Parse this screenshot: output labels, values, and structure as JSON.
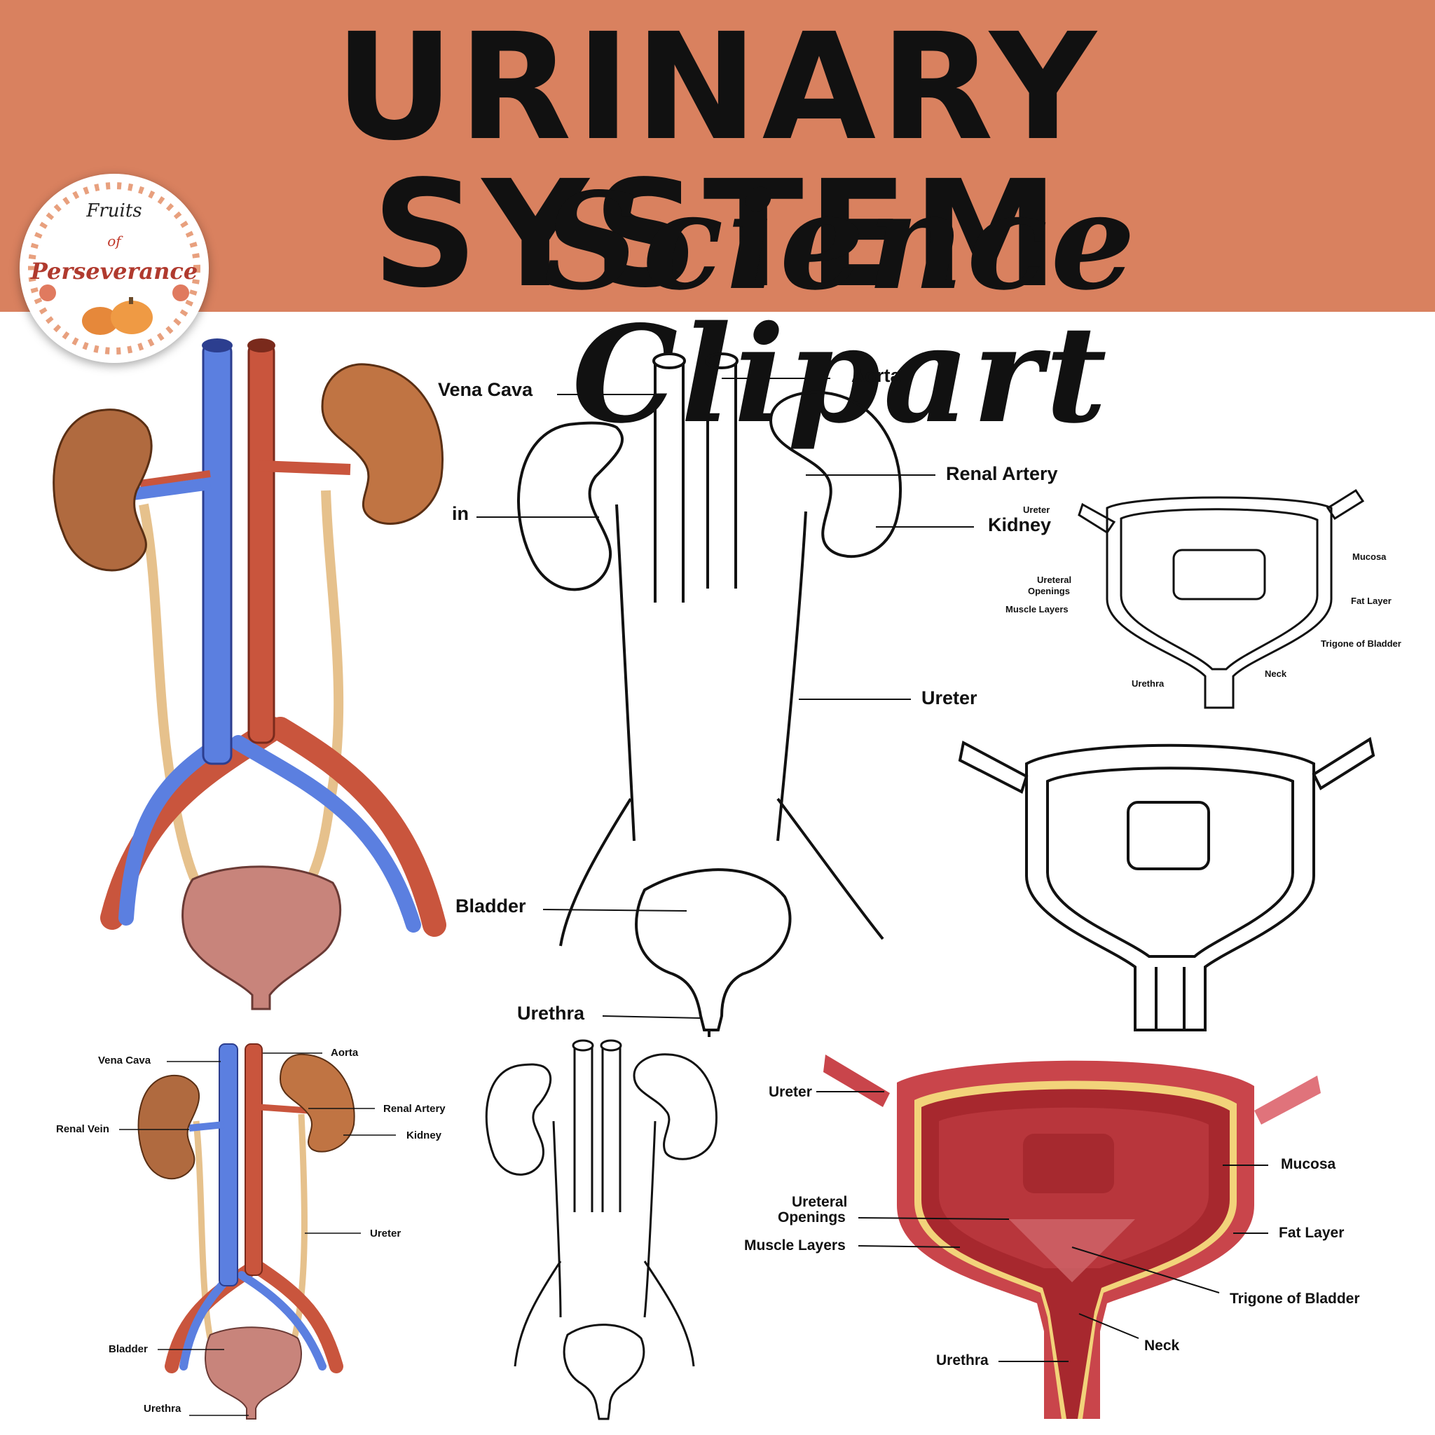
{
  "header": {
    "title": "URINARY SYSTEM",
    "subtitle": "Science Clipart",
    "banner_color": "#d9815f"
  },
  "logo": {
    "line1": "Fruits",
    "line2": "of",
    "line3": "Perseverance"
  },
  "labels": {
    "large_outline": {
      "vena_cava": "Vena Cava",
      "aorta": "Aorta",
      "renal_artery": "Renal Artery",
      "renal_vein_partial": "in",
      "kidney": "Kidney",
      "ureter": "Ureter",
      "bladder": "Bladder",
      "urethra": "Urethra"
    },
    "small_color": {
      "vena_cava": "Vena Cava",
      "aorta": "Aorta",
      "renal_artery": "Renal Artery",
      "renal_vein": "Renal Vein",
      "kidney": "Kidney",
      "ureter": "Ureter",
      "bladder": "Bladder",
      "urethra": "Urethra"
    },
    "bladder_outline": {
      "ureter": "Ureter",
      "mucosa": "Mucosa",
      "ureteral_openings_1": "Ureteral",
      "ureteral_openings_2": "Openings",
      "fat_layer": "Fat Layer",
      "muscle_layers": "Muscle Layers",
      "trigone": "Trigone of Bladder",
      "neck": "Neck",
      "urethra": "Urethra"
    },
    "bladder_color": {
      "ureter": "Ureter",
      "mucosa": "Mucosa",
      "ureteral_openings_1": "Ureteral",
      "ureteral_openings_2": "Openings",
      "fat_layer": "Fat Layer",
      "muscle_layers": "Muscle Layers",
      "trigone": "Trigone of Bladder",
      "neck": "Neck",
      "urethra": "Urethra"
    }
  },
  "colors": {
    "vein": "#5b7fe0",
    "artery": "#c9553d",
    "kidney": "#b06a3f",
    "ureter": "#e6c18c",
    "bladder": "#c8847b",
    "bladder_wall": "#c9454b",
    "fat": "#f2d37a"
  }
}
